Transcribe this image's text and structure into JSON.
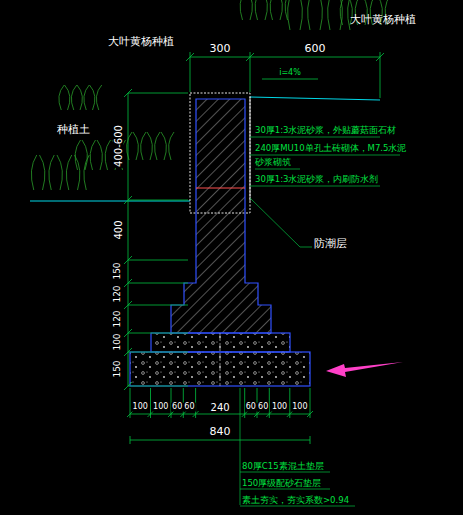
{
  "diagram": {
    "labels": [
      "大叶黄杨种植",
      "大叶黄杨种植",
      "300",
      "600",
      "i=4%",
      "种植土",
      "30厚1:3水泥砂浆，外贴蘑菇面石材",
      "240厚MU10单孔土砖砌体，M7.5水泥",
      "砂浆砌筑",
      "30厚1:3水泥砂浆，内刷防水剂",
      "防潮层",
      "400-600",
      "400",
      "150",
      "120",
      "120",
      "100",
      "150",
      "100",
      "100",
      "60",
      "60",
      "240",
      "60",
      "60",
      "100",
      "100",
      "840",
      "80厚C15素混土垫层",
      "150厚级配砂石垫层",
      "素土夯实，夯实系数>0.94"
    ]
  }
}
